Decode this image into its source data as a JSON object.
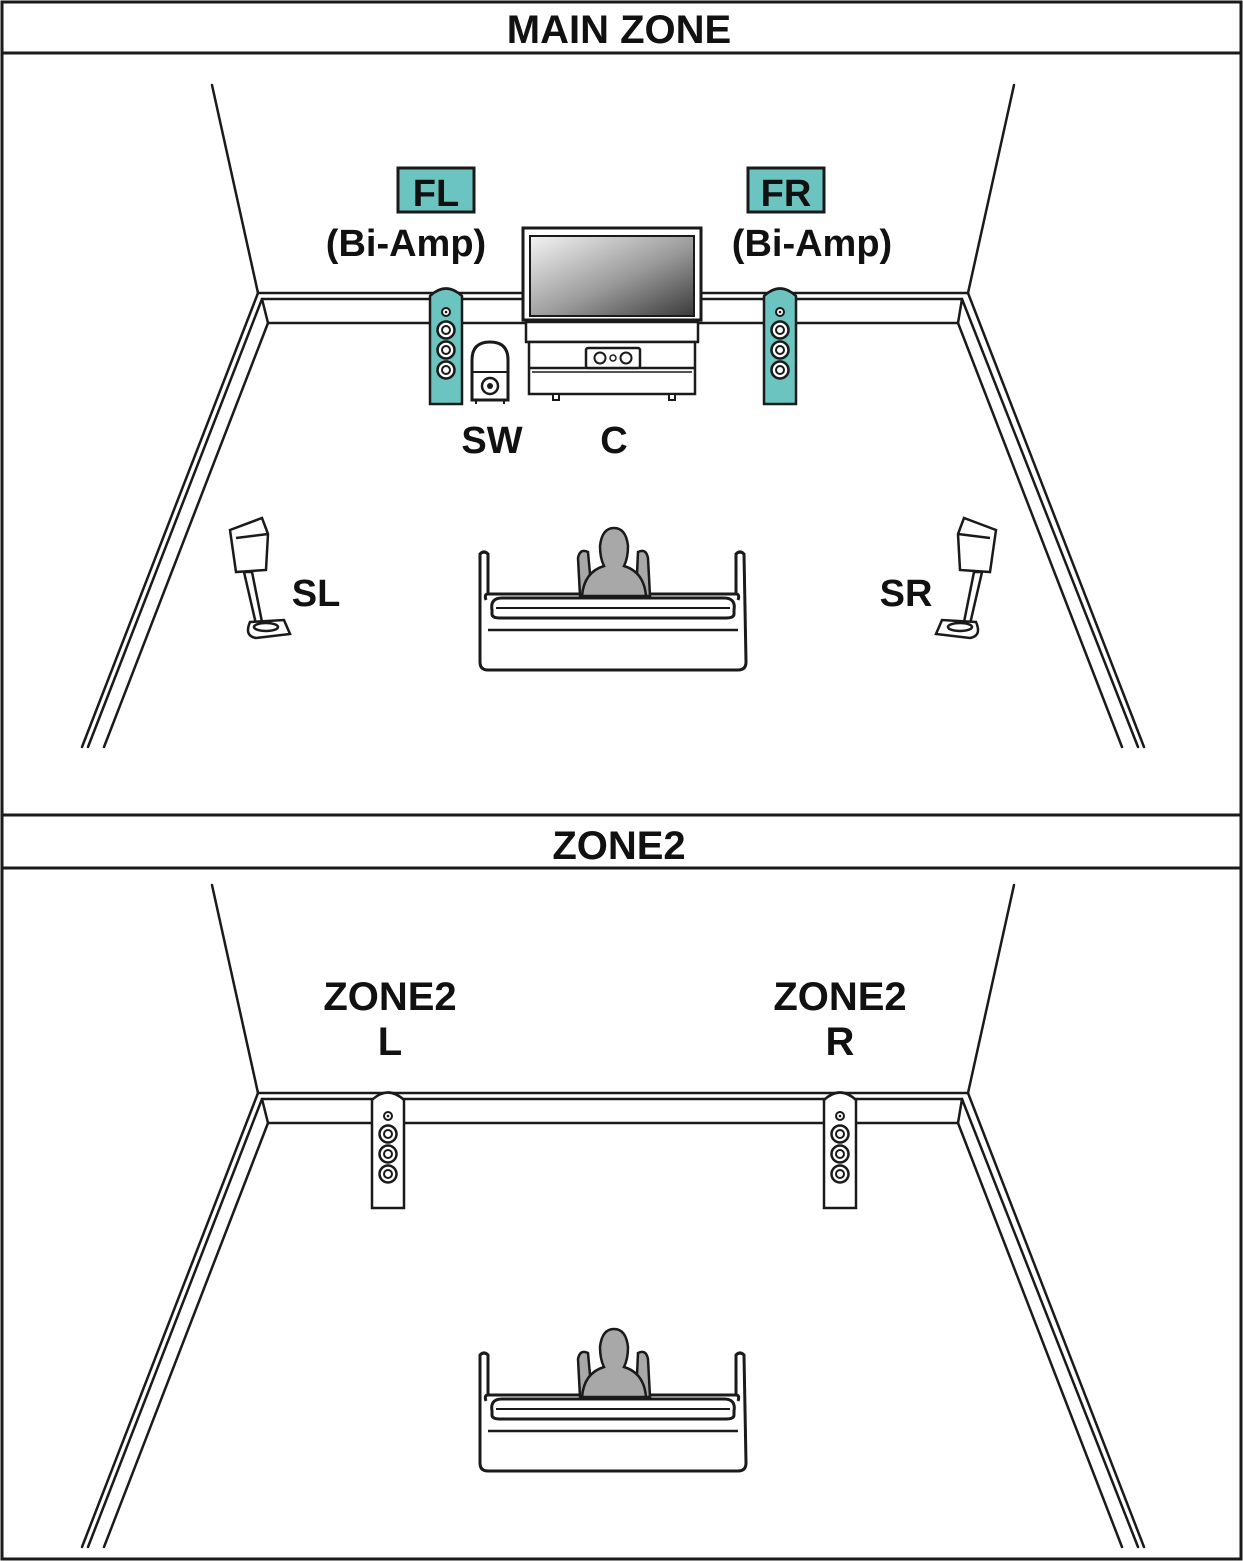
{
  "zones": {
    "main": {
      "title": "MAIN ZONE",
      "labels": {
        "fl": "FL",
        "fl_mode": "(Bi-Amp)",
        "fr": "FR",
        "fr_mode": "(Bi-Amp)",
        "sw": "SW",
        "c": "C",
        "sl": "SL",
        "sr": "SR"
      }
    },
    "zone2": {
      "title": "ZONE2",
      "labels": {
        "l_line1": "ZONE2",
        "l_line2": "L",
        "r_line1": "ZONE2",
        "r_line2": "R"
      }
    }
  },
  "colors": {
    "highlight": "#6cc4c0",
    "line": "#1a1a1a",
    "person": "#a8a8a8"
  }
}
